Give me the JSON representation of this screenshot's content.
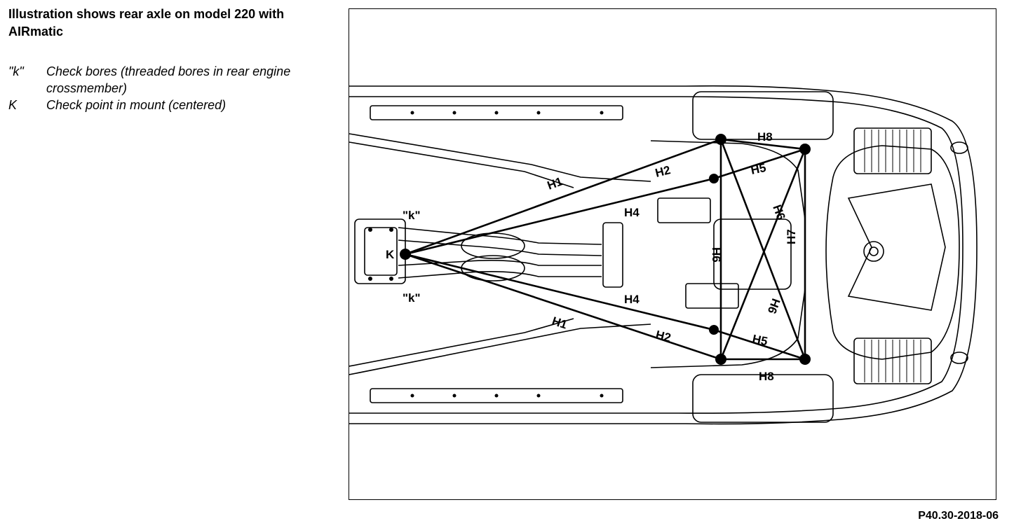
{
  "caption": {
    "title": "Illustration shows rear axle on model 220 with AIRmatic"
  },
  "legend": [
    {
      "key": "\"k\"",
      "text": "Check bores (threaded bores in rear engine crossmember)"
    },
    {
      "key": "K",
      "text": "Check point in mount (centered)"
    }
  ],
  "diagram_labels": {
    "check_point": "K",
    "check_bore_top": "\"k\"",
    "check_bore_bottom": "\"k\"",
    "h1_top": "H1",
    "h1_bottom": "H1",
    "h2_top": "H2",
    "h2_bottom": "H2",
    "h4_top": "H4",
    "h4_bottom": "H4",
    "h5_top": "H5",
    "h5_bottom": "H5",
    "h6_top": "H6",
    "h6_center": "H6",
    "h6_bottom": "H6",
    "h7": "H7",
    "h8_top": "H8",
    "h8_bottom": "H8"
  },
  "figure_ref": "P40.30-2018-06"
}
